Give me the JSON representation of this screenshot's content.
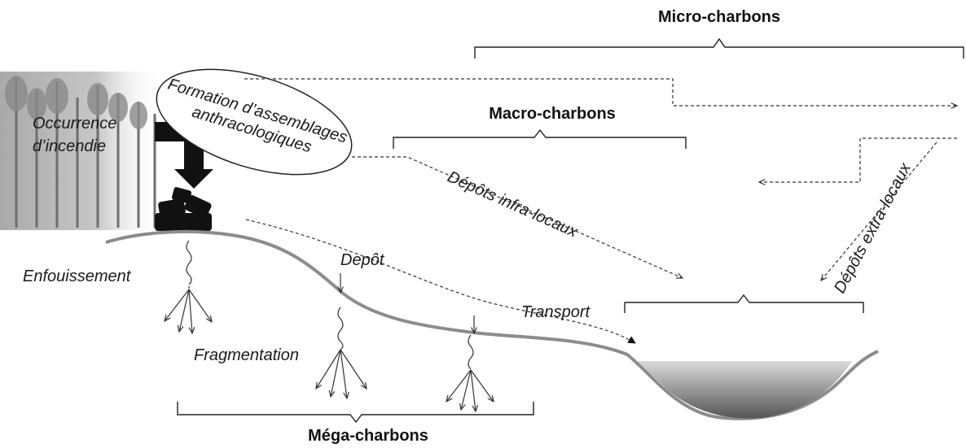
{
  "title": "",
  "labels": {
    "occurrence_line1": "Occurrence",
    "occurrence_line2": "d’incendie",
    "formation_line1": "Formation d’assemblages",
    "formation_line2": "anthracologiques",
    "enfouissement": "Enfouissement",
    "fragmentation": "Fragmentation",
    "depot": "Depôt",
    "transport": "Transport",
    "depots_infra": "Dépôts infra-locaux",
    "depots_extra": "Dépôts extra-locaux"
  },
  "categories": {
    "micro": "Micro-charbons",
    "macro": "Macro-charbons",
    "mega": "Méga-charbons"
  },
  "colors": {
    "ground": "#8c8c8c",
    "ink": "#111111",
    "water_top": "#d6d6d6",
    "water_bottom": "#555555",
    "forest": "#b5b5b5"
  }
}
